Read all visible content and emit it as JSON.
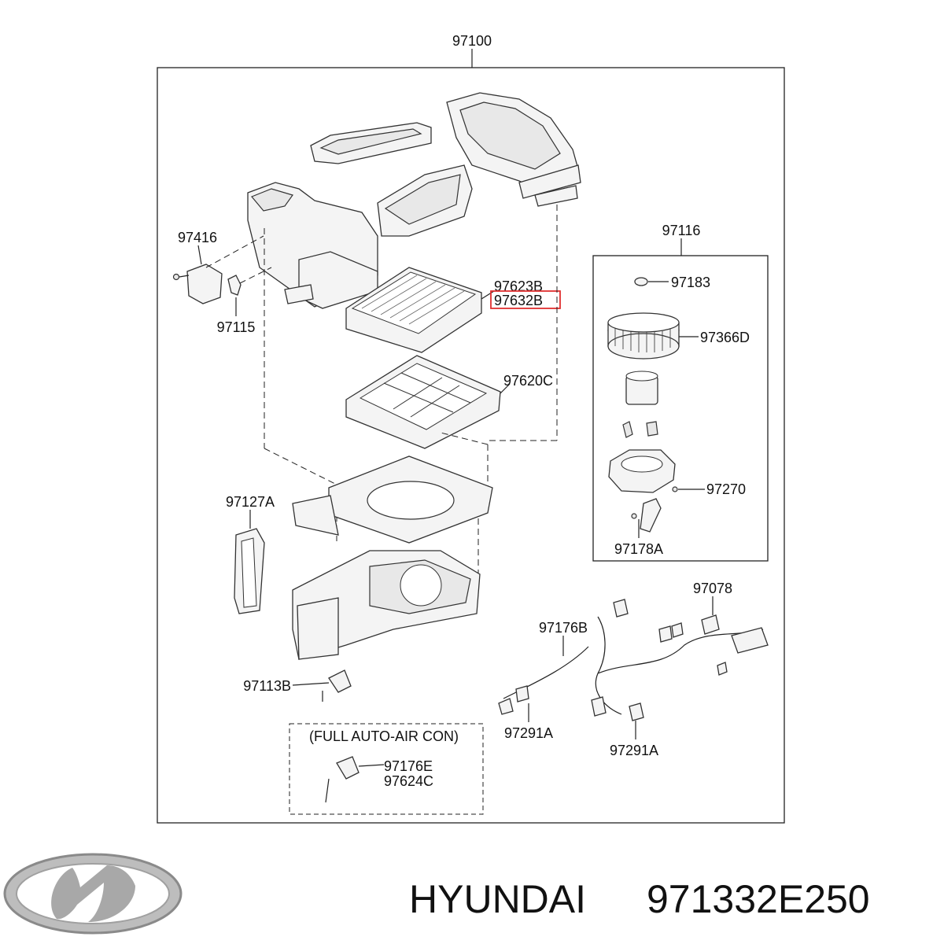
{
  "labels": {
    "assembly": "97100",
    "actuator": "97416",
    "rod": "97115",
    "filter_a": "97623B",
    "filter_b": "97632B",
    "filter_cover": "97620C",
    "motor_group": "97116",
    "motor_cap": "97183",
    "fan": "97366D",
    "screw": "97270",
    "bracket": "97178A",
    "seal": "97127A",
    "resistor": "97113B",
    "full_auto": "(FULL AUTO-AIR CON)",
    "auto_resistor": "97176E",
    "auto_part": "97624C",
    "harness": "97176B",
    "connector": "97078",
    "plug_left": "97291A",
    "plug_right": "97291A"
  },
  "footer": {
    "brand": "HYUNDAI",
    "part_number": "971332E250"
  },
  "colors": {
    "highlight": "#e03030",
    "logo": "#9a9a9a"
  }
}
